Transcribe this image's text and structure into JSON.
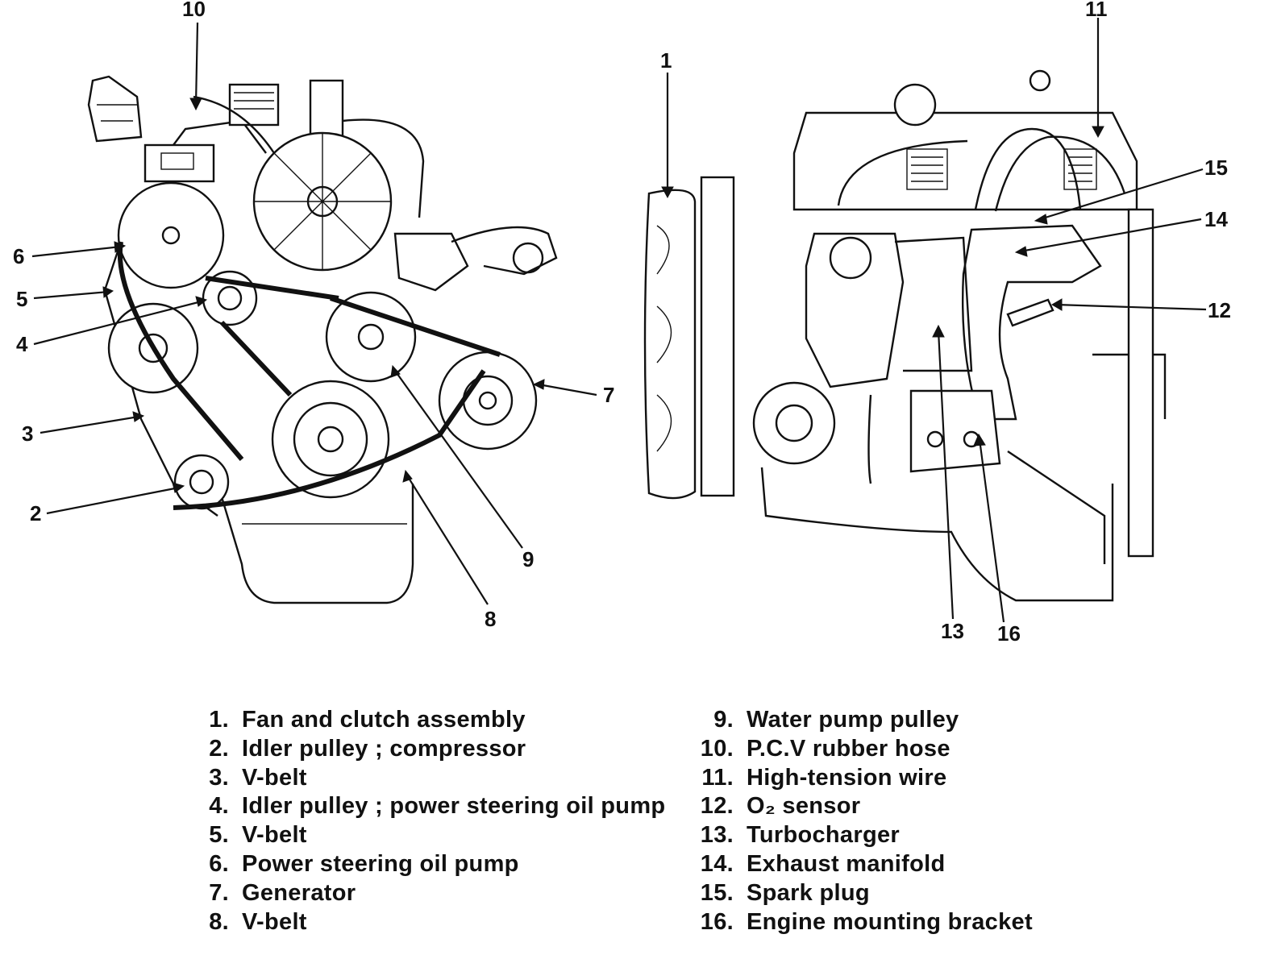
{
  "callouts": {
    "c1": "1",
    "c2": "2",
    "c3": "3",
    "c4": "4",
    "c5": "5",
    "c6": "6",
    "c7": "7",
    "c8": "8",
    "c9": "9",
    "c10": "10",
    "c11": "11",
    "c12": "12",
    "c13": "13",
    "c14": "14",
    "c15": "15",
    "c16": "16"
  },
  "legend": {
    "left": [
      {
        "num": "1.",
        "text": "Fan and clutch assembly"
      },
      {
        "num": "2.",
        "text": "Idler pulley ; compressor"
      },
      {
        "num": "3.",
        "text": "V-belt"
      },
      {
        "num": "4.",
        "text": "Idler pulley ; power steering oil pump"
      },
      {
        "num": "5.",
        "text": "V-belt"
      },
      {
        "num": "6.",
        "text": "Power steering oil pump"
      },
      {
        "num": "7.",
        "text": "Generator"
      },
      {
        "num": "8.",
        "text": "V-belt"
      }
    ],
    "right": [
      {
        "num": "9.",
        "text": "Water pump pulley"
      },
      {
        "num": "10.",
        "text": "P.C.V rubber hose"
      },
      {
        "num": "11.",
        "text": "High-tension wire"
      },
      {
        "num": "12.",
        "text": "O₂ sensor"
      },
      {
        "num": "13.",
        "text": "Turbocharger"
      },
      {
        "num": "14.",
        "text": "Exhaust manifold"
      },
      {
        "num": "15.",
        "text": "Spark plug"
      },
      {
        "num": "16.",
        "text": "Engine mounting bracket"
      }
    ]
  }
}
